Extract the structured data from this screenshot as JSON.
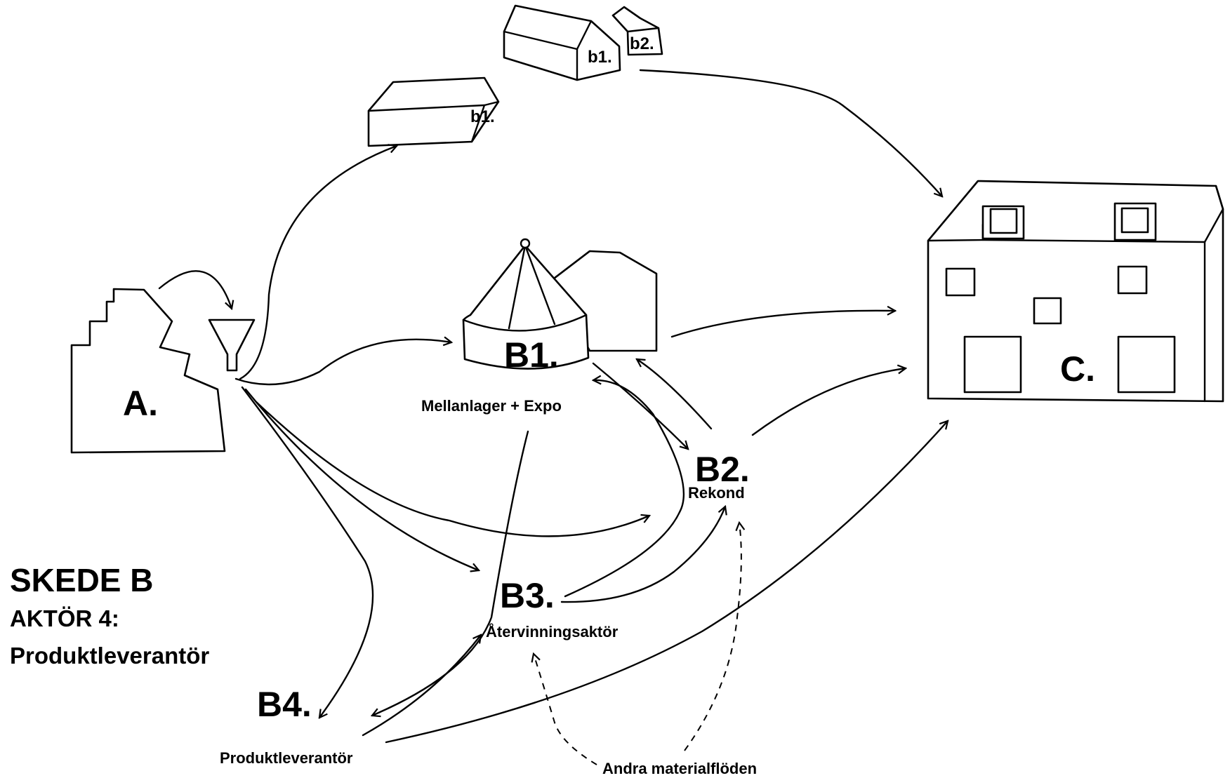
{
  "labels": {
    "a": "A.",
    "b1": "B1.",
    "b1_sub": "Mellanlager + Expo",
    "b2": "B2.",
    "b2_sub": "Rekond",
    "b3": "B3.",
    "b3_sub": "Återvinningsaktör",
    "b4": "B4.",
    "b4_sub": "Produktleverantör",
    "c": "C.",
    "small_b1_left": "b1.",
    "small_b1_top": "b1.",
    "small_b2_top": "b2.",
    "other_flows": "Andra materialflöden"
  },
  "title": {
    "skede": "SKEDE B",
    "aktor": "AKTÖR 4:",
    "role": "Produktleverantör"
  }
}
